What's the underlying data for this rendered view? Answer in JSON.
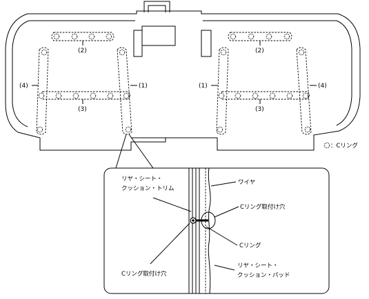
{
  "labels": {
    "group1": "(1)",
    "group2": "(2)",
    "group3": "(3)",
    "group4": "(4)",
    "legend": "：Cリング",
    "trim_line1": "リヤ・シート・",
    "trim_line2": "クッション・トリム",
    "wire": "ワイヤ",
    "ring_hole_right": "Cリング取付け穴",
    "c_ring": "Cリング",
    "pad_line1": "リヤ・シート・",
    "pad_line2": "クッション・パッド",
    "ring_hole_left": "Cリング取付け穴"
  },
  "icons": {
    "c_ring_symbol": "dashed-circle-icon"
  }
}
